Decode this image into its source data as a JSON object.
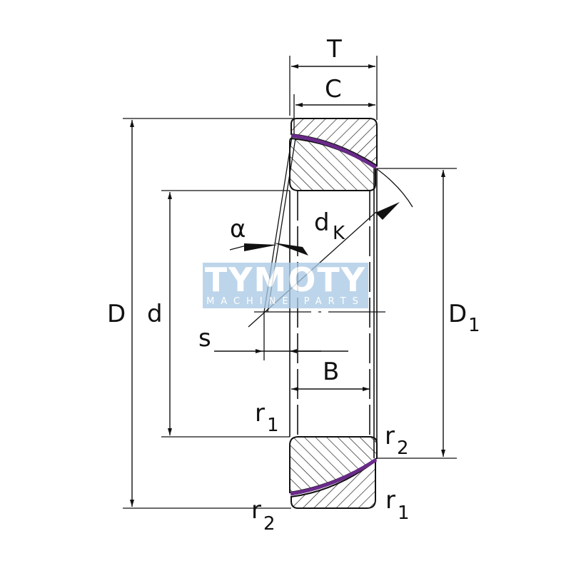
{
  "diagram": {
    "type": "technical-drawing",
    "subject": "angular contact spherical plain bearing cross-section",
    "colors": {
      "line": "#111111",
      "sliding_layer": "#6a2a8a",
      "watermark_bg": "#a9c9e3",
      "watermark_text": "#ffffff",
      "background": "#ffffff"
    },
    "dimensions": {
      "T": "T",
      "C": "C",
      "D": "D",
      "d": "d",
      "D1_main": "D",
      "D1_sub": "1",
      "dK_main": "d",
      "dK_sub": "K",
      "alpha": "α",
      "s": "s",
      "B": "B",
      "r1_top_main": "r",
      "r1_top_sub": "1",
      "r2_right_main": "r",
      "r2_right_sub": "2",
      "r2_bottom_main": "r",
      "r2_bottom_sub": "2",
      "r1_bottom_main": "r",
      "r1_bottom_sub": "1"
    },
    "watermark": {
      "title": "TYMOTY",
      "subtitle": "MACHINE PARTS"
    }
  }
}
